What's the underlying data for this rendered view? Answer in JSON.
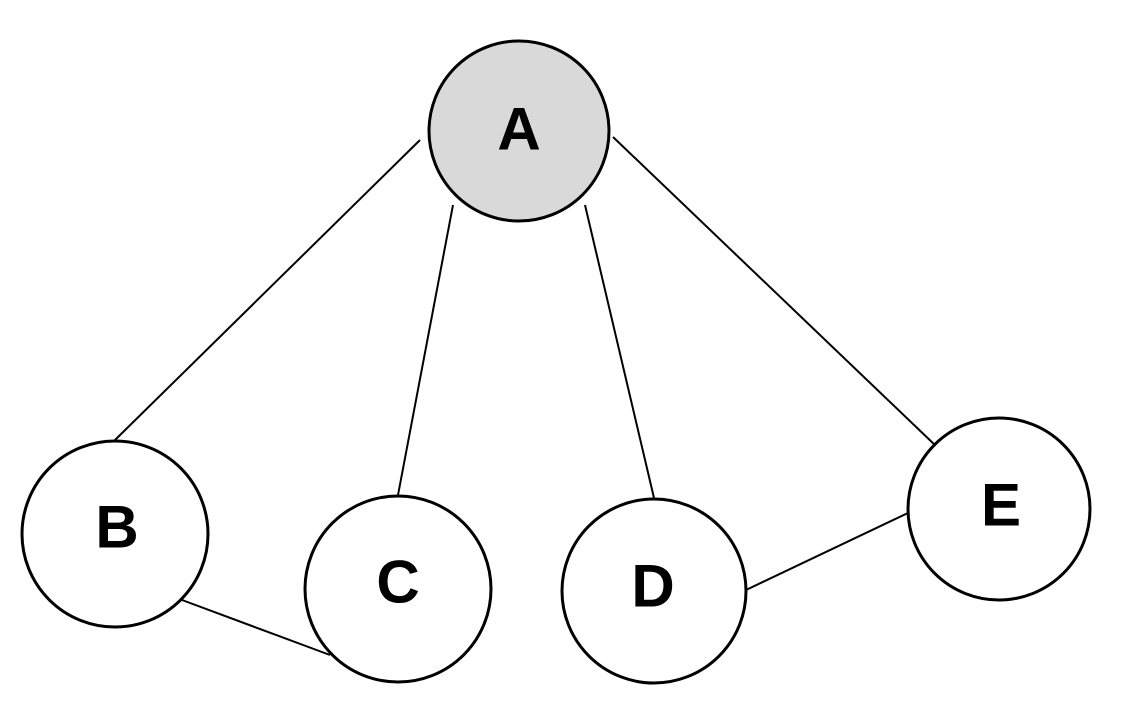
{
  "diagram": {
    "type": "graph",
    "colors": {
      "highlighted_fill": "#d9d9d9",
      "default_fill": "#ffffff",
      "stroke": "#000000"
    },
    "nodes": [
      {
        "id": "A",
        "label": "A",
        "highlighted": true
      },
      {
        "id": "B",
        "label": "B",
        "highlighted": false
      },
      {
        "id": "C",
        "label": "C",
        "highlighted": false
      },
      {
        "id": "D",
        "label": "D",
        "highlighted": false
      },
      {
        "id": "E",
        "label": "E",
        "highlighted": false
      }
    ],
    "edges": [
      {
        "from": "A",
        "to": "B"
      },
      {
        "from": "A",
        "to": "C"
      },
      {
        "from": "A",
        "to": "D"
      },
      {
        "from": "A",
        "to": "E"
      },
      {
        "from": "B",
        "to": "C"
      },
      {
        "from": "D",
        "to": "E"
      }
    ]
  }
}
